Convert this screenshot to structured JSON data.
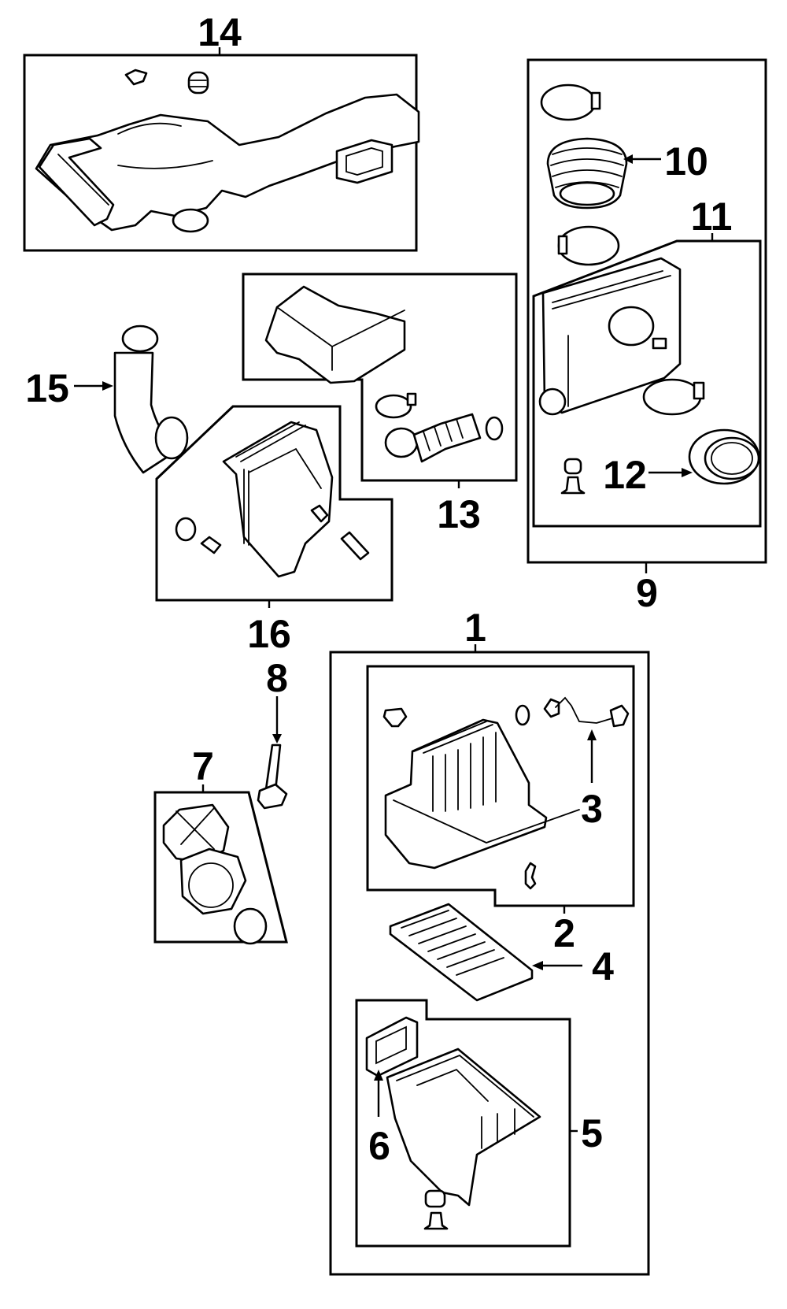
{
  "diagram": {
    "type": "exploded parts diagram",
    "background_color": "#ffffff",
    "line_color": "#000000"
  },
  "callouts": {
    "c1": "1",
    "c2": "2",
    "c3": "3",
    "c4": "4",
    "c5": "5",
    "c6": "6",
    "c7": "7",
    "c8": "8",
    "c9": "9",
    "c10": "10",
    "c11": "11",
    "c12": "12",
    "c13": "13",
    "c14": "14",
    "c15": "15",
    "c16": "16"
  }
}
